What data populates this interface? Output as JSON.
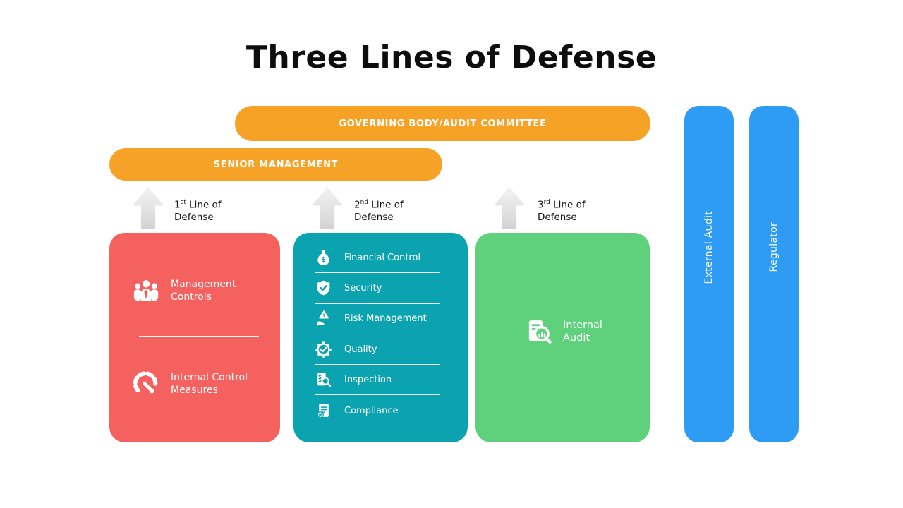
{
  "title": "Three Lines of Defense",
  "colors": {
    "orange": "#F5A227",
    "coral": "#F4615E",
    "teal": "#0BA3AF",
    "green": "#5FD17C",
    "blue": "#2E9BF4",
    "arrow_gray": "#DDDDDD",
    "text_dark": "#161616",
    "text_light": "#FFFFFF"
  },
  "governing_bar": {
    "label": "GOVERNING BODY/AUDIT COMMITTEE"
  },
  "senior_bar": {
    "label": "SENIOR MANAGEMENT"
  },
  "line_labels": [
    {
      "ordinal": "1",
      "suffix": "st",
      "rest": " Line of",
      "line2": "Defense"
    },
    {
      "ordinal": "2",
      "suffix": "nd",
      "rest": " Line of",
      "line2": "Defense"
    },
    {
      "ordinal": "3",
      "suffix": "rd",
      "rest": " Line of",
      "line2": "Defense"
    }
  ],
  "first_line_box": {
    "items": [
      {
        "icon": "people-group-icon",
        "label": "Management Controls"
      },
      {
        "icon": "gauge-icon",
        "label": "Internal Control Measures"
      }
    ]
  },
  "second_line_box": {
    "items": [
      {
        "icon": "money-bag-icon",
        "label": "Financial Control"
      },
      {
        "icon": "shield-check-icon",
        "label": "Security"
      },
      {
        "icon": "hand-warning-icon",
        "label": "Risk Management"
      },
      {
        "icon": "quality-badge-icon",
        "label": "Quality"
      },
      {
        "icon": "inspection-magnifier-icon",
        "label": "Inspection"
      },
      {
        "icon": "compliance-document-icon",
        "label": "Compliance"
      }
    ]
  },
  "third_line_box": {
    "items": [
      {
        "icon": "audit-magnifier-icon",
        "label": "Internal Audit"
      }
    ]
  },
  "side_pillars": [
    {
      "label": "External Audit"
    },
    {
      "label": "Regulator"
    }
  ]
}
